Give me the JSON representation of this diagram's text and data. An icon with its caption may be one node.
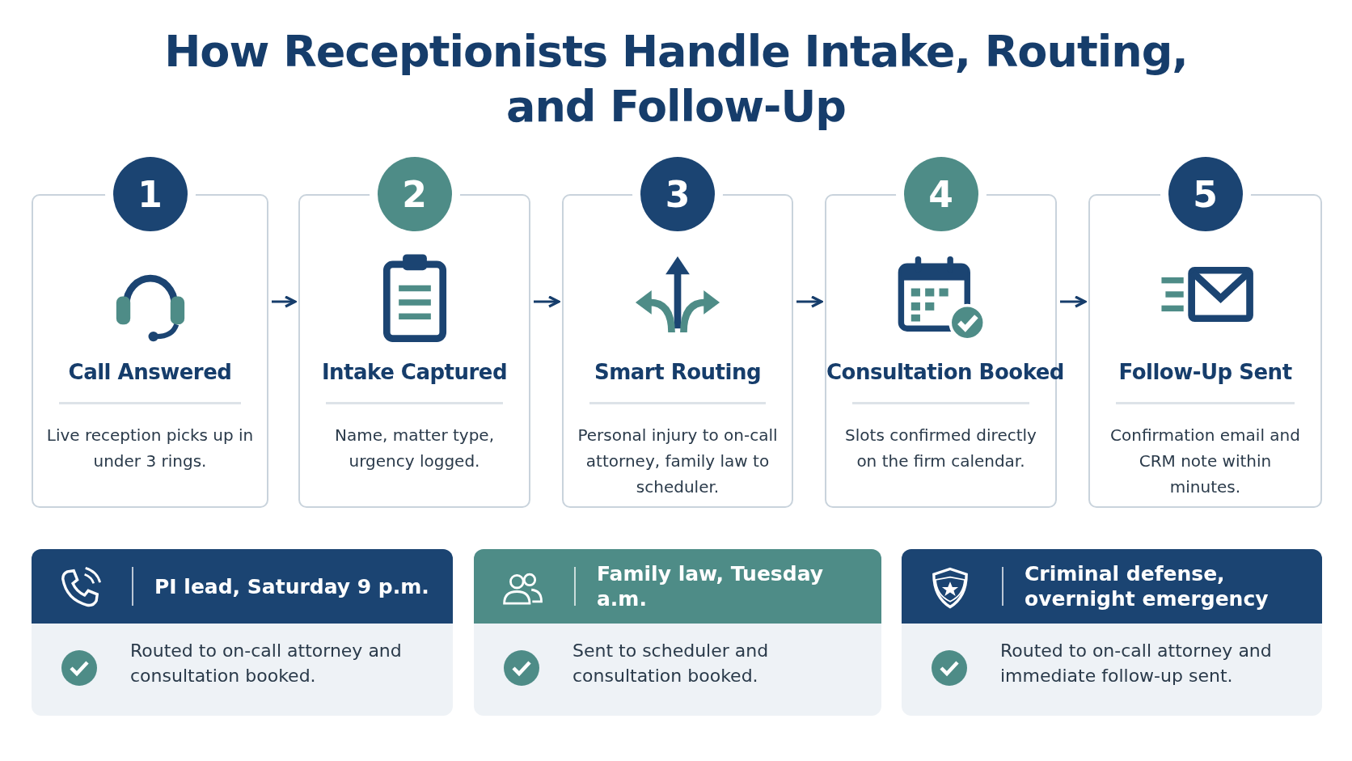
{
  "diagram": {
    "title": "How Receptionists Handle Intake, Routing, and Follow-Up",
    "nodes": [
      {
        "text": [
          "1",
          "Call Answered",
          "Live reception picks up in under 3 rings."
        ]
      },
      {
        "text": [
          "2",
          "Intake Captured",
          "Name, matter type, urgency logged."
        ]
      },
      {
        "text": [
          "3",
          "Smart Routing",
          "Personal injury to on-call attorney, family law to scheduler."
        ]
      },
      {
        "text": [
          "4",
          "Consultation Booked",
          "Slots confirmed directly on the firm calendar."
        ]
      },
      {
        "text": [
          "5",
          "Follow-Up Sent",
          "Confirmation email and CRM note within minutes."
        ]
      },
      {
        "text": [
          "PI lead, Saturday 9 p.m.",
          "Routed to on-call attorney and consultation booked."
        ]
      },
      {
        "text": [
          "Family law, Tuesday a.m.",
          "Sent to scheduler and consultation booked."
        ]
      },
      {
        "text": [
          "Criminal defense, overnight emergency",
          "Routed to on-call attorney and immediate follow-up sent."
        ]
      }
    ],
    "edges": [
      {
        "from": 0,
        "to": 1,
        "arrow": "to"
      },
      {
        "from": 1,
        "to": 2,
        "arrow": "to"
      },
      {
        "from": 2,
        "to": 3,
        "arrow": "to"
      },
      {
        "from": 3,
        "to": 4,
        "arrow": "to"
      }
    ]
  }
}
